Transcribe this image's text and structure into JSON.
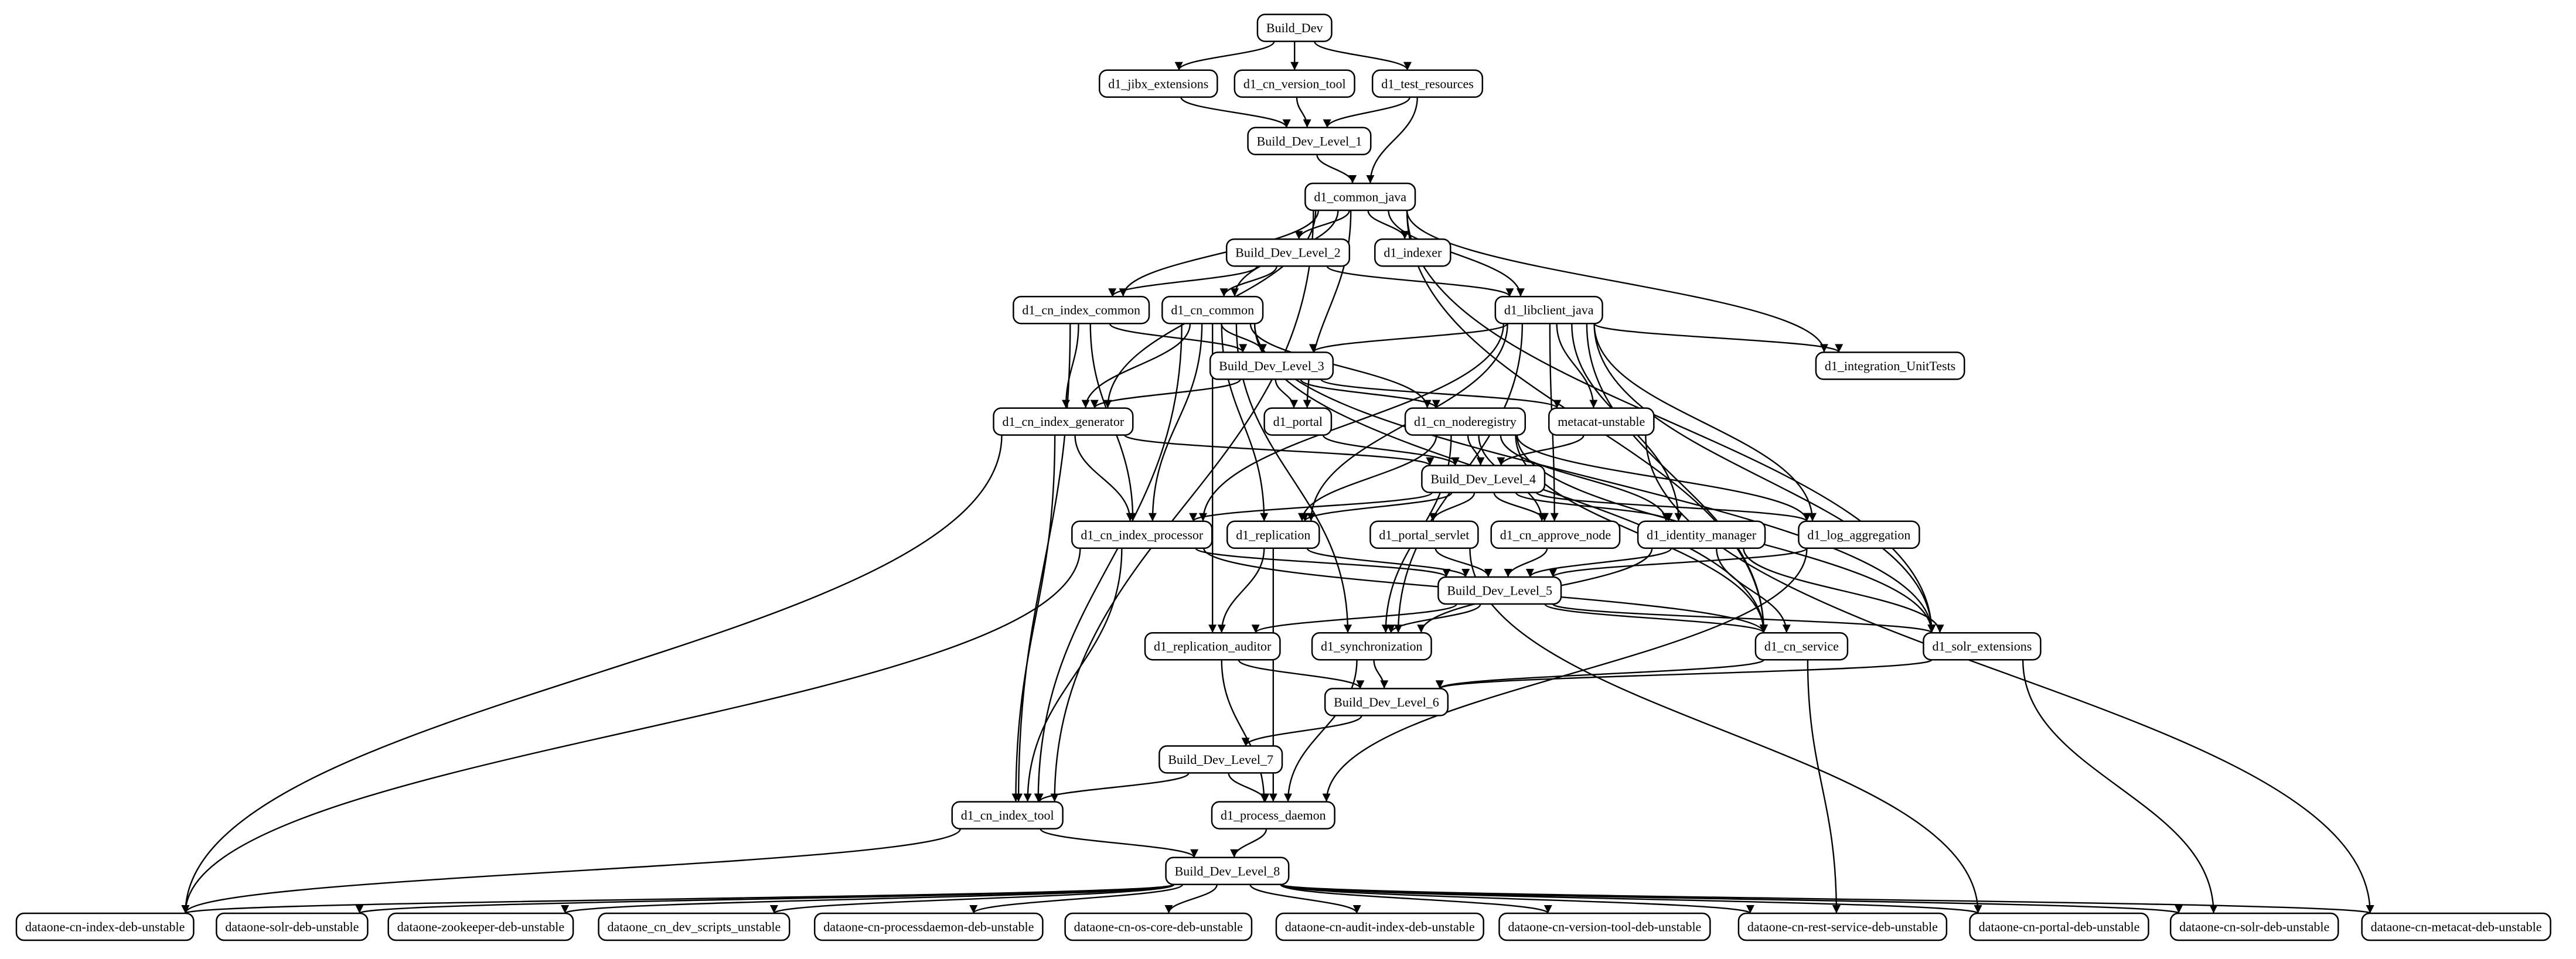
{
  "graph": {
    "nodes": [
      {
        "id": "Build_Dev",
        "label": "Build_Dev"
      },
      {
        "id": "jibx",
        "label": "d1_jibx_extensions"
      },
      {
        "id": "vtool",
        "label": "d1_cn_version_tool"
      },
      {
        "id": "testres",
        "label": "d1_test_resources"
      },
      {
        "id": "L1",
        "label": "Build_Dev_Level_1"
      },
      {
        "id": "common_java",
        "label": "d1_common_java"
      },
      {
        "id": "L2",
        "label": "Build_Dev_Level_2"
      },
      {
        "id": "indexer",
        "label": "d1_indexer"
      },
      {
        "id": "idx_common",
        "label": "d1_cn_index_common"
      },
      {
        "id": "cn_common",
        "label": "d1_cn_common"
      },
      {
        "id": "libclient",
        "label": "d1_libclient_java"
      },
      {
        "id": "L3",
        "label": "Build_Dev_Level_3"
      },
      {
        "id": "unittests",
        "label": "d1_integration_UnitTests"
      },
      {
        "id": "idx_gen",
        "label": "d1_cn_index_generator"
      },
      {
        "id": "portal",
        "label": "d1_portal"
      },
      {
        "id": "noderegistry",
        "label": "d1_cn_noderegistry"
      },
      {
        "id": "metacat",
        "label": "metacat-unstable"
      },
      {
        "id": "L4",
        "label": "Build_Dev_Level_4"
      },
      {
        "id": "idx_proc",
        "label": "d1_cn_index_processor"
      },
      {
        "id": "replication",
        "label": "d1_replication"
      },
      {
        "id": "portal_servlet",
        "label": "d1_portal_servlet"
      },
      {
        "id": "approve",
        "label": "d1_cn_approve_node"
      },
      {
        "id": "identity",
        "label": "d1_identity_manager"
      },
      {
        "id": "logagg",
        "label": "d1_log_aggregation"
      },
      {
        "id": "L5",
        "label": "Build_Dev_Level_5"
      },
      {
        "id": "rep_auditor",
        "label": "d1_replication_auditor"
      },
      {
        "id": "sync",
        "label": "d1_synchronization"
      },
      {
        "id": "cn_service",
        "label": "d1_cn_service"
      },
      {
        "id": "solr_ext",
        "label": "d1_solr_extensions"
      },
      {
        "id": "L6",
        "label": "Build_Dev_Level_6"
      },
      {
        "id": "L7",
        "label": "Build_Dev_Level_7"
      },
      {
        "id": "idx_tool",
        "label": "d1_cn_index_tool"
      },
      {
        "id": "procd",
        "label": "d1_process_daemon"
      },
      {
        "id": "L8",
        "label": "Build_Dev_Level_8"
      },
      {
        "id": "deb_index",
        "label": "dataone-cn-index-deb-unstable"
      },
      {
        "id": "deb_solr",
        "label": "dataone-solr-deb-unstable"
      },
      {
        "id": "deb_zk",
        "label": "dataone-zookeeper-deb-unstable"
      },
      {
        "id": "dev_scripts",
        "label": "dataone_cn_dev_scripts_unstable"
      },
      {
        "id": "deb_procd",
        "label": "dataone-cn-processdaemon-deb-unstable"
      },
      {
        "id": "deb_oscore",
        "label": "dataone-cn-os-core-deb-unstable"
      },
      {
        "id": "deb_audit",
        "label": "dataone-cn-audit-index-deb-unstable"
      },
      {
        "id": "deb_vtool",
        "label": "dataone-cn-version-tool-deb-unstable"
      },
      {
        "id": "deb_rest",
        "label": "dataone-cn-rest-service-deb-unstable"
      },
      {
        "id": "deb_portal",
        "label": "dataone-cn-portal-deb-unstable"
      },
      {
        "id": "deb_cnsolr",
        "label": "dataone-cn-solr-deb-unstable"
      },
      {
        "id": "deb_metacat",
        "label": "dataone-cn-metacat-deb-unstable"
      }
    ],
    "edges": [
      [
        "Build_Dev",
        "jibx"
      ],
      [
        "Build_Dev",
        "vtool"
      ],
      [
        "Build_Dev",
        "testres"
      ],
      [
        "jibx",
        "L1"
      ],
      [
        "vtool",
        "L1"
      ],
      [
        "testres",
        "L1"
      ],
      [
        "testres",
        "common_java"
      ],
      [
        "L1",
        "common_java"
      ],
      [
        "common_java",
        "L2"
      ],
      [
        "common_java",
        "indexer"
      ],
      [
        "common_java",
        "idx_common"
      ],
      [
        "common_java",
        "cn_common"
      ],
      [
        "common_java",
        "libclient"
      ],
      [
        "common_java",
        "portal"
      ],
      [
        "common_java",
        "unittests"
      ],
      [
        "common_java",
        "idx_gen"
      ],
      [
        "common_java",
        "idx_tool"
      ],
      [
        "common_java",
        "cn_service"
      ],
      [
        "common_java",
        "solr_ext"
      ],
      [
        "L2",
        "idx_common"
      ],
      [
        "L2",
        "cn_common"
      ],
      [
        "L2",
        "libclient"
      ],
      [
        "idx_common",
        "L3"
      ],
      [
        "idx_common",
        "idx_gen"
      ],
      [
        "idx_common",
        "idx_proc"
      ],
      [
        "idx_common",
        "idx_tool"
      ],
      [
        "cn_common",
        "L3"
      ],
      [
        "cn_common",
        "idx_gen"
      ],
      [
        "cn_common",
        "idx_proc"
      ],
      [
        "cn_common",
        "replication"
      ],
      [
        "cn_common",
        "noderegistry"
      ],
      [
        "cn_common",
        "rep_auditor"
      ],
      [
        "cn_common",
        "sync"
      ],
      [
        "cn_common",
        "idx_tool"
      ],
      [
        "cn_common",
        "solr_ext"
      ],
      [
        "cn_common",
        "cn_service"
      ],
      [
        "libclient",
        "L3"
      ],
      [
        "libclient",
        "unittests"
      ],
      [
        "libclient",
        "metacat"
      ],
      [
        "libclient",
        "replication"
      ],
      [
        "libclient",
        "sync"
      ],
      [
        "libclient",
        "idx_proc"
      ],
      [
        "libclient",
        "approve"
      ],
      [
        "libclient",
        "identity"
      ],
      [
        "libclient",
        "logagg"
      ],
      [
        "libclient",
        "cn_service"
      ],
      [
        "libclient",
        "solr_ext"
      ],
      [
        "L3",
        "idx_gen"
      ],
      [
        "L3",
        "portal"
      ],
      [
        "L3",
        "noderegistry"
      ],
      [
        "L3",
        "metacat"
      ],
      [
        "idx_gen",
        "L4"
      ],
      [
        "idx_gen",
        "idx_proc"
      ],
      [
        "idx_gen",
        "idx_tool"
      ],
      [
        "idx_gen",
        "deb_index"
      ],
      [
        "portal",
        "L4"
      ],
      [
        "noderegistry",
        "L4"
      ],
      [
        "noderegistry",
        "replication"
      ],
      [
        "noderegistry",
        "sync"
      ],
      [
        "noderegistry",
        "approve"
      ],
      [
        "noderegistry",
        "identity"
      ],
      [
        "noderegistry",
        "logagg"
      ],
      [
        "noderegistry",
        "cn_service"
      ],
      [
        "noderegistry",
        "solr_ext"
      ],
      [
        "metacat",
        "L4"
      ],
      [
        "metacat",
        "deb_metacat"
      ],
      [
        "L4",
        "idx_proc"
      ],
      [
        "L4",
        "replication"
      ],
      [
        "L4",
        "portal_servlet"
      ],
      [
        "L4",
        "approve"
      ],
      [
        "L4",
        "identity"
      ],
      [
        "L4",
        "logagg"
      ],
      [
        "idx_proc",
        "L5"
      ],
      [
        "idx_proc",
        "idx_tool"
      ],
      [
        "idx_proc",
        "cn_service"
      ],
      [
        "idx_proc",
        "deb_index"
      ],
      [
        "replication",
        "L5"
      ],
      [
        "replication",
        "rep_auditor"
      ],
      [
        "replication",
        "procd"
      ],
      [
        "portal_servlet",
        "L5"
      ],
      [
        "portal_servlet",
        "deb_portal"
      ],
      [
        "approve",
        "L5"
      ],
      [
        "identity",
        "L5"
      ],
      [
        "identity",
        "sync"
      ],
      [
        "identity",
        "cn_service"
      ],
      [
        "identity",
        "solr_ext"
      ],
      [
        "logagg",
        "L5"
      ],
      [
        "logagg",
        "procd"
      ],
      [
        "L5",
        "rep_auditor"
      ],
      [
        "L5",
        "sync"
      ],
      [
        "L5",
        "cn_service"
      ],
      [
        "L5",
        "solr_ext"
      ],
      [
        "rep_auditor",
        "L6"
      ],
      [
        "rep_auditor",
        "procd"
      ],
      [
        "sync",
        "L6"
      ],
      [
        "sync",
        "procd"
      ],
      [
        "cn_service",
        "L6"
      ],
      [
        "cn_service",
        "deb_rest"
      ],
      [
        "solr_ext",
        "L6"
      ],
      [
        "solr_ext",
        "deb_cnsolr"
      ],
      [
        "L6",
        "L7"
      ],
      [
        "L7",
        "idx_tool"
      ],
      [
        "L7",
        "procd"
      ],
      [
        "idx_tool",
        "L8"
      ],
      [
        "idx_tool",
        "deb_index"
      ],
      [
        "procd",
        "L8"
      ],
      [
        "L8",
        "deb_index"
      ],
      [
        "L8",
        "deb_solr"
      ],
      [
        "L8",
        "deb_zk"
      ],
      [
        "L8",
        "dev_scripts"
      ],
      [
        "L8",
        "deb_procd"
      ],
      [
        "L8",
        "deb_oscore"
      ],
      [
        "L8",
        "deb_audit"
      ],
      [
        "L8",
        "deb_vtool"
      ],
      [
        "L8",
        "deb_rest"
      ],
      [
        "L8",
        "deb_portal"
      ],
      [
        "L8",
        "deb_cnsolr"
      ],
      [
        "L8",
        "deb_metacat"
      ]
    ]
  }
}
